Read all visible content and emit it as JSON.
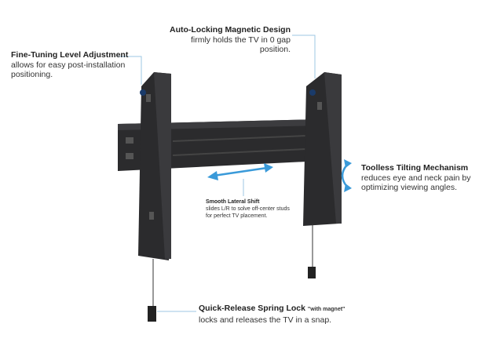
{
  "callouts": {
    "fine_tuning": {
      "title": "Fine-Tuning Level Adjustment",
      "body": "allows for easy post-installation positioning."
    },
    "auto_locking": {
      "title": "Auto-Locking Magnetic Design",
      "body": "firmly holds the TV in 0 gap position."
    },
    "toolless": {
      "title": "Toolless Tilting Mechanism",
      "body": "reduces eye and neck pain by optimizing viewing angles."
    },
    "lateral": {
      "title": "Smooth Lateral Shift",
      "body": "slides L/R to solve off-center studs for perfect TV placement."
    },
    "quick_release": {
      "title": "Quick-Release Spring Lock",
      "note": "\"with magnet\"",
      "body": "locks and releases the TV in a  snap."
    }
  },
  "colors": {
    "accent": "#3a9ad9",
    "line": "#9cc7e3",
    "metal": "#2b2b2d"
  }
}
